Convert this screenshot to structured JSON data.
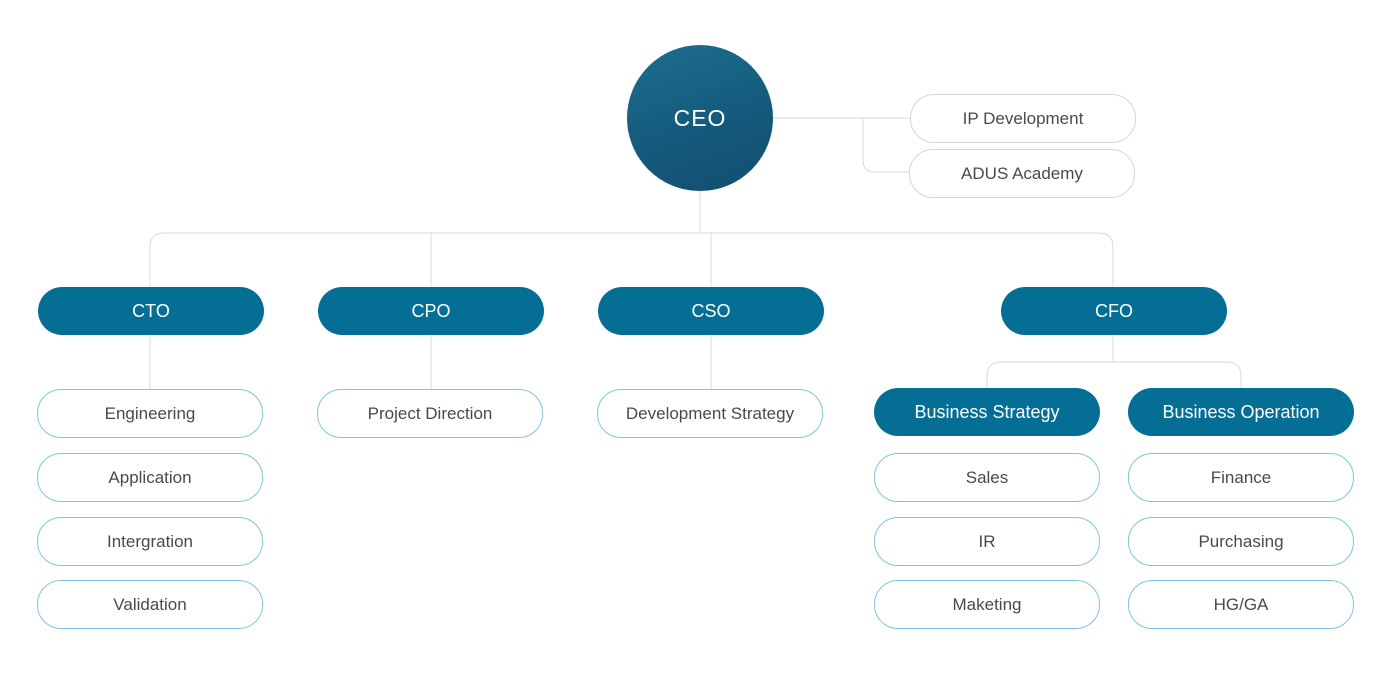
{
  "ceo": {
    "label": "CEO"
  },
  "ceo_staff": [
    {
      "label": "IP Development"
    },
    {
      "label": "ADUS Academy"
    }
  ],
  "executives": [
    {
      "label": "CTO",
      "units": [
        "Engineering",
        "Application",
        "Intergration",
        "Validation"
      ]
    },
    {
      "label": "CPO",
      "units": [
        "Project Direction"
      ]
    },
    {
      "label": "CSO",
      "units": [
        "Development Strategy"
      ]
    },
    {
      "label": "CFO",
      "units": []
    }
  ],
  "cfo_divisions": [
    {
      "label": "Business Strategy",
      "units": [
        "Sales",
        "IR",
        "Maketing"
      ]
    },
    {
      "label": "Business Operation",
      "units": [
        "Finance",
        "Purchasing",
        "HG/GA"
      ]
    }
  ],
  "colors": {
    "primary": "#046e95",
    "ceo_gradient": "#145a7c",
    "unit_border": "#7ec6dd",
    "connector": "#d9d9d9",
    "text": "#4a4a4a"
  }
}
